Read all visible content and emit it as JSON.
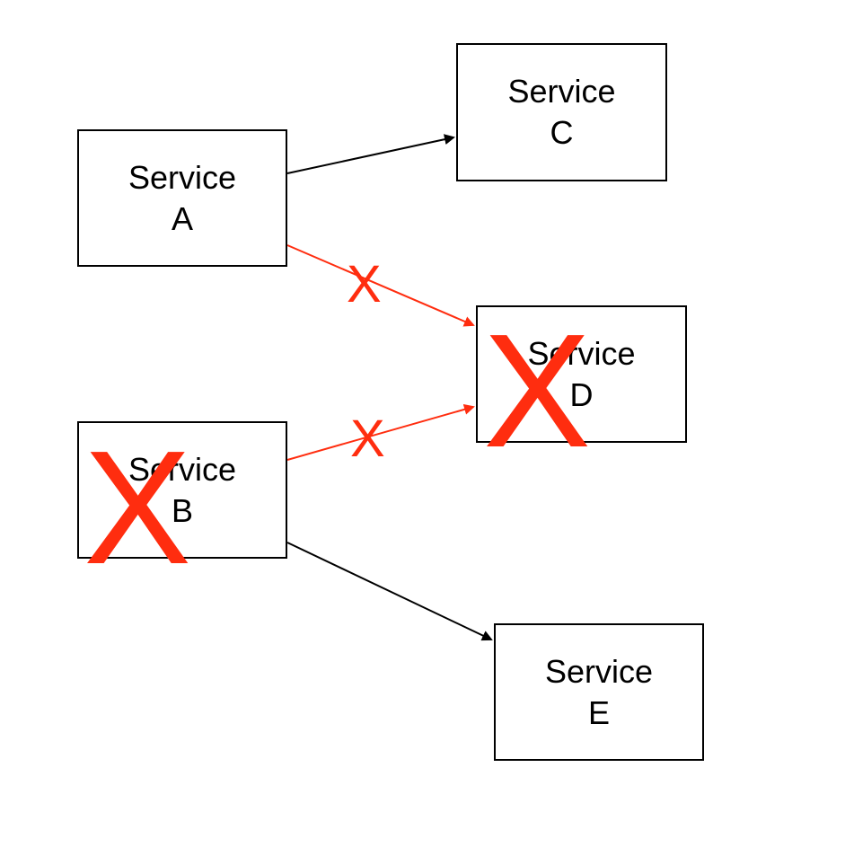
{
  "nodes": {
    "a": {
      "line1": "Service",
      "line2": "A",
      "status": "up"
    },
    "b": {
      "line1": "Service",
      "line2": "B",
      "status": "down"
    },
    "c": {
      "line1": "Service",
      "line2": "C",
      "status": "up"
    },
    "d": {
      "line1": "Service",
      "line2": "D",
      "status": "down"
    },
    "e": {
      "line1": "Service",
      "line2": "E",
      "status": "up"
    }
  },
  "edges": [
    {
      "from": "A",
      "to": "C",
      "broken": false
    },
    {
      "from": "A",
      "to": "D",
      "broken": true
    },
    {
      "from": "B",
      "to": "D",
      "broken": true
    },
    {
      "from": "B",
      "to": "E",
      "broken": false
    }
  ],
  "marks": {
    "node_failure": "X",
    "edge_failure": "X"
  },
  "colors": {
    "normal_edge": "#000000",
    "broken_edge": "#ff2d0f",
    "failure_mark": "#ff2d0f",
    "node_border": "#000000",
    "background": "#ffffff"
  }
}
